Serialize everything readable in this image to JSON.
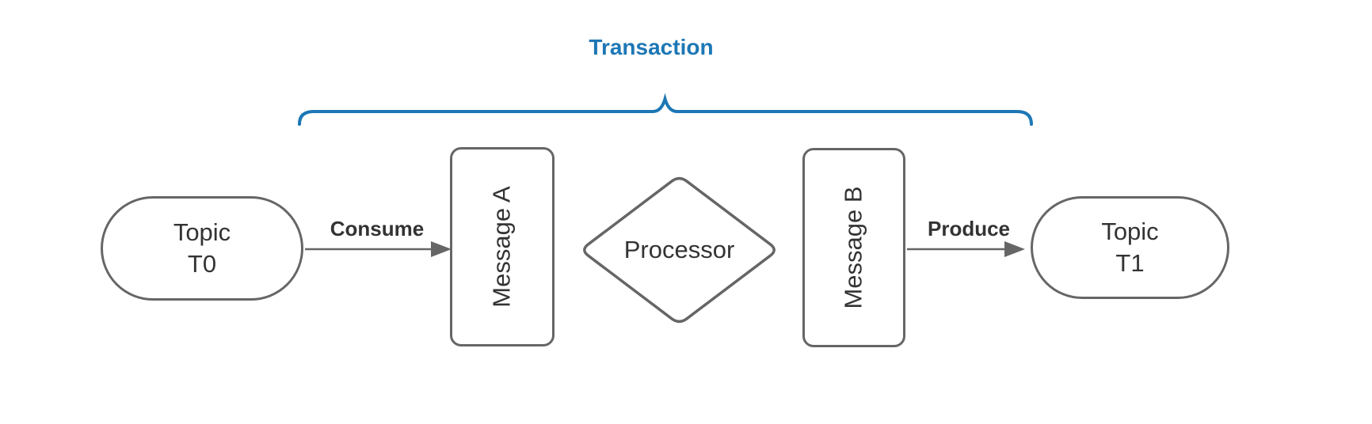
{
  "diagram": {
    "title": "Transaction",
    "nodes": {
      "topic_t0": {
        "line1": "Topic",
        "line2": "T0"
      },
      "message_a": {
        "label": "Message A"
      },
      "processor": {
        "label": "Processor"
      },
      "message_b": {
        "label": "Message B"
      },
      "topic_t1": {
        "line1": "Topic",
        "line2": "T1"
      }
    },
    "edges": {
      "consume": {
        "label": "Consume",
        "from": "Topic T0",
        "to": "Message A"
      },
      "produce": {
        "label": "Produce",
        "from": "Message B",
        "to": "Topic T1"
      }
    },
    "colors": {
      "accent_blue": "#1d77b5",
      "shape_stroke": "#666666",
      "text": "#333333",
      "background": "#ffffff"
    }
  }
}
